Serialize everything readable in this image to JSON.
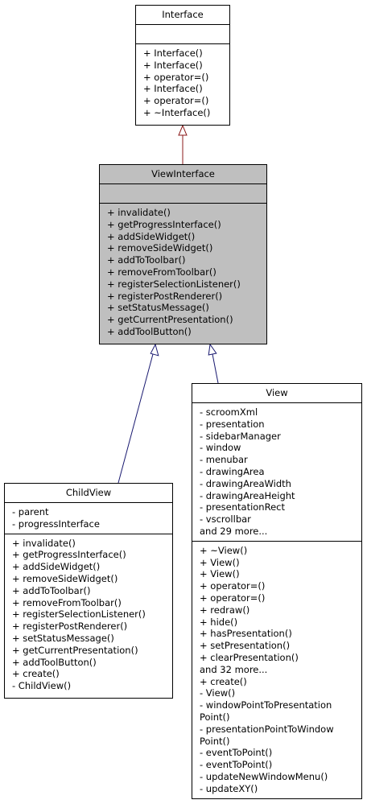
{
  "classes": {
    "interface": {
      "name": "Interface",
      "attributes": [],
      "methods": [
        "+ Interface()",
        "+ Interface()",
        "+ operator=()",
        "+ Interface()",
        "+ operator=()",
        "+ ~Interface()"
      ]
    },
    "view_interface": {
      "name": "ViewInterface",
      "attributes": [],
      "methods": [
        "+ invalidate()",
        "+ getProgressInterface()",
        "+ addSideWidget()",
        "+ removeSideWidget()",
        "+ addToToolbar()",
        "+ removeFromToolbar()",
        "+ registerSelectionListener()",
        "+ registerPostRenderer()",
        "+ setStatusMessage()",
        "+ getCurrentPresentation()",
        "+ addToolButton()"
      ]
    },
    "child_view": {
      "name": "ChildView",
      "attributes": [
        "- parent",
        "- progressInterface"
      ],
      "methods": [
        "+ invalidate()",
        "+ getProgressInterface()",
        "+ addSideWidget()",
        "+ removeSideWidget()",
        "+ addToToolbar()",
        "+ removeFromToolbar()",
        "+ registerSelectionListener()",
        "+ registerPostRenderer()",
        "+ setStatusMessage()",
        "+ getCurrentPresentation()",
        "+ addToolButton()",
        "+ create()",
        "- ChildView()"
      ]
    },
    "view": {
      "name": "View",
      "attributes": [
        "- scroomXml",
        "- presentation",
        "- sidebarManager",
        "- window",
        "- menubar",
        "- drawingArea",
        "- drawingAreaWidth",
        "- drawingAreaHeight",
        "- presentationRect",
        "- vscrollbar",
        "and 29 more..."
      ],
      "methods": [
        "+ ~View()",
        "+ View()",
        "+ View()",
        "+ operator=()",
        "+ operator=()",
        "+ redraw()",
        "+ hide()",
        "+ hasPresentation()",
        "+ setPresentation()",
        "+ clearPresentation()",
        "and 32 more...",
        "+ create()",
        "- View()",
        "- windowPointToPresentation",
        "Point()",
        "- presentationPointToWindow",
        "Point()",
        "- eventToPoint()",
        "- eventToPoint()",
        "- updateNewWindowMenu()",
        "- updateXY()"
      ]
    }
  },
  "colors": {
    "highlight_fill": "#bfbfbf",
    "inheritance_edge_red": "#8b1a1a",
    "inheritance_edge_navy": "#191970"
  }
}
